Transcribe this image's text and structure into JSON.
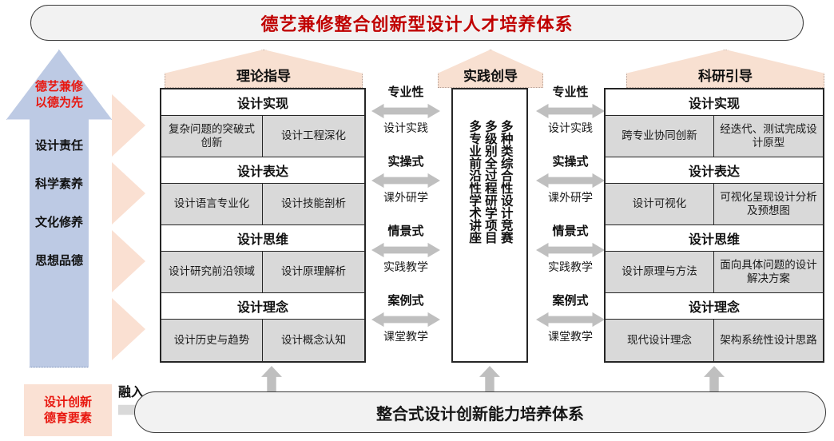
{
  "title": {
    "text": "德艺兼修整合创新型设计人才培养体系"
  },
  "left_arrow": {
    "top_label": "德艺兼修\n以德为先",
    "top_line1": "德艺兼修",
    "top_line2": "以德为先",
    "items": [
      "设计责任",
      "科学素养",
      "文化修养",
      "思想品德"
    ]
  },
  "banners": {
    "left": "理论指导",
    "center": "实践创导",
    "right": "科研引导"
  },
  "left_panel": {
    "sections": [
      {
        "head": "设计实现",
        "cells": [
          "复杂问题的\n突破式创新",
          "设计工程深化"
        ],
        "c1": "复杂问题的突破式创新",
        "c2": "设计工程深化"
      },
      {
        "head": "设计表达",
        "c1": "设计语言专业化",
        "c2": "设计技能剖析"
      },
      {
        "head": "设计思维",
        "c1": "设计研究前沿领域",
        "c2": "设计原理解析"
      },
      {
        "head": "设计理念",
        "c1": "设计历史与趋势",
        "c2": "设计概念认知"
      }
    ]
  },
  "right_panel": {
    "sections": [
      {
        "head": "设计实现",
        "c1": "跨专业协同创新",
        "c2": "经迭代、测试完成设计原型"
      },
      {
        "head": "设计表达",
        "c1": "设计可视化",
        "c2": "可视化呈现设计分析及预想图"
      },
      {
        "head": "设计思维",
        "c1": "设计原理与方法",
        "c2": "面向具体问题的设计解决方案"
      },
      {
        "head": "设计理念",
        "c1": "现代设计理念",
        "c2": "架构系统性设计思路"
      }
    ]
  },
  "connectors": {
    "groups": [
      {
        "top": "专业性",
        "bottom": "设计实践"
      },
      {
        "top": "实操式",
        "bottom": "课外研学"
      },
      {
        "top": "情景式",
        "bottom": "实践教学"
      },
      {
        "top": "案例式",
        "bottom": "课堂教学"
      }
    ]
  },
  "center_panel": {
    "columns": [
      "多种类综合性设计竞赛",
      "多级别全过程研学项目",
      "多专业前沿性学术讲座"
    ]
  },
  "bottom": {
    "bar_text": "整合式设计创新能力培养体系",
    "pink_line1": "设计创新",
    "pink_line2": "德育要素",
    "merge_label": "融入"
  },
  "colors": {
    "title_red": "#c00000",
    "arrow_blue": "#bdcae4",
    "banner_peach": "#f8e0d1",
    "chevron_pink": "#fae0d2",
    "cell_gray": "#d9d9d9",
    "arrow_gray": "#bfbfbf",
    "bar_gray": "#f2f2f2"
  }
}
